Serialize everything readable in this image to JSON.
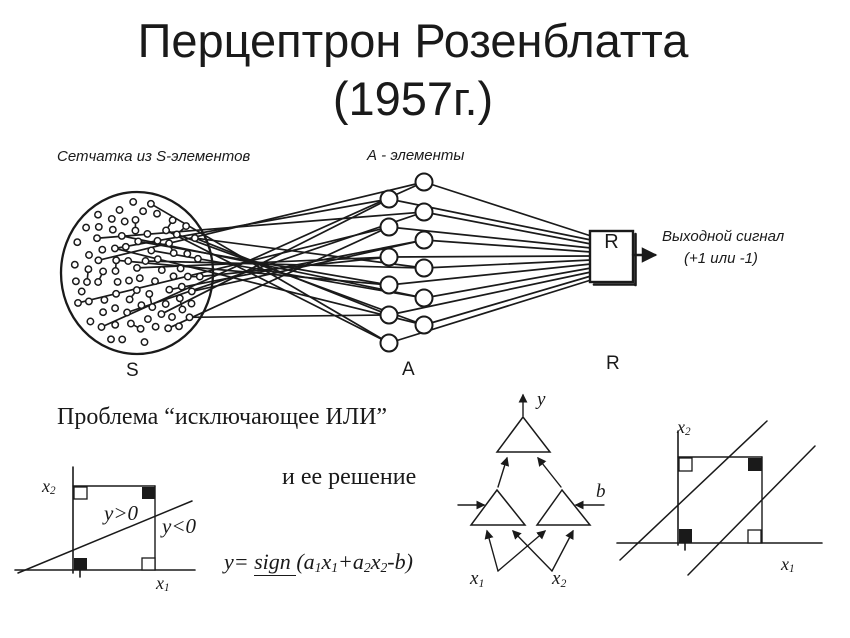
{
  "title": {
    "line1": "Перцептрон Розенблатта",
    "line2": "(1957г.)"
  },
  "diagram": {
    "retina_label": "Сетчатка из S-элементов",
    "a_elements_label": "А - элементы",
    "r_box_letter": "R",
    "output_signal_line1": "Выходной сигнал",
    "output_signal_line2": "(+1 или -1)",
    "s_layer_label": "S",
    "a_layer_label": "A",
    "r_layer_label": "R"
  },
  "xor_section": {
    "problem_text": "Проблема “исключающее ИЛИ”",
    "solution_text": "и ее решение",
    "formula_parts": [
      {
        "text": "y= "
      },
      {
        "text": "sign ",
        "underline": true
      },
      {
        "text": "(a"
      },
      {
        "text": "1",
        "sub": true
      },
      {
        "text": "x"
      },
      {
        "text": "1",
        "sub": true
      },
      {
        "text": "+a"
      },
      {
        "text": "2",
        "sub": true
      },
      {
        "text": "x"
      },
      {
        "text": "2",
        "sub": true
      },
      {
        "text": "-b)"
      }
    ],
    "left_plot": {
      "x2_parts": [
        {
          "text": "x"
        },
        {
          "text": "2",
          "sub": true
        }
      ],
      "x1_parts": [
        {
          "text": "x"
        },
        {
          "text": "1",
          "sub": true
        }
      ],
      "above_line_label": "y>0",
      "below_line_label": "y<0"
    },
    "network": {
      "output_label": "y",
      "bias_label": "b",
      "x1_parts": [
        {
          "text": "x"
        },
        {
          "text": "1",
          "sub": true
        }
      ],
      "x2_parts": [
        {
          "text": "x"
        },
        {
          "text": "2",
          "sub": true
        }
      ]
    },
    "right_plot": {
      "x2_parts": [
        {
          "text": "x"
        },
        {
          "text": "2",
          "sub": true
        }
      ],
      "x1_parts": [
        {
          "text": "x"
        },
        {
          "text": "1",
          "sub": true
        }
      ]
    }
  },
  "colors": {
    "ink": "#1a1a1a",
    "background": "#ffffff"
  }
}
